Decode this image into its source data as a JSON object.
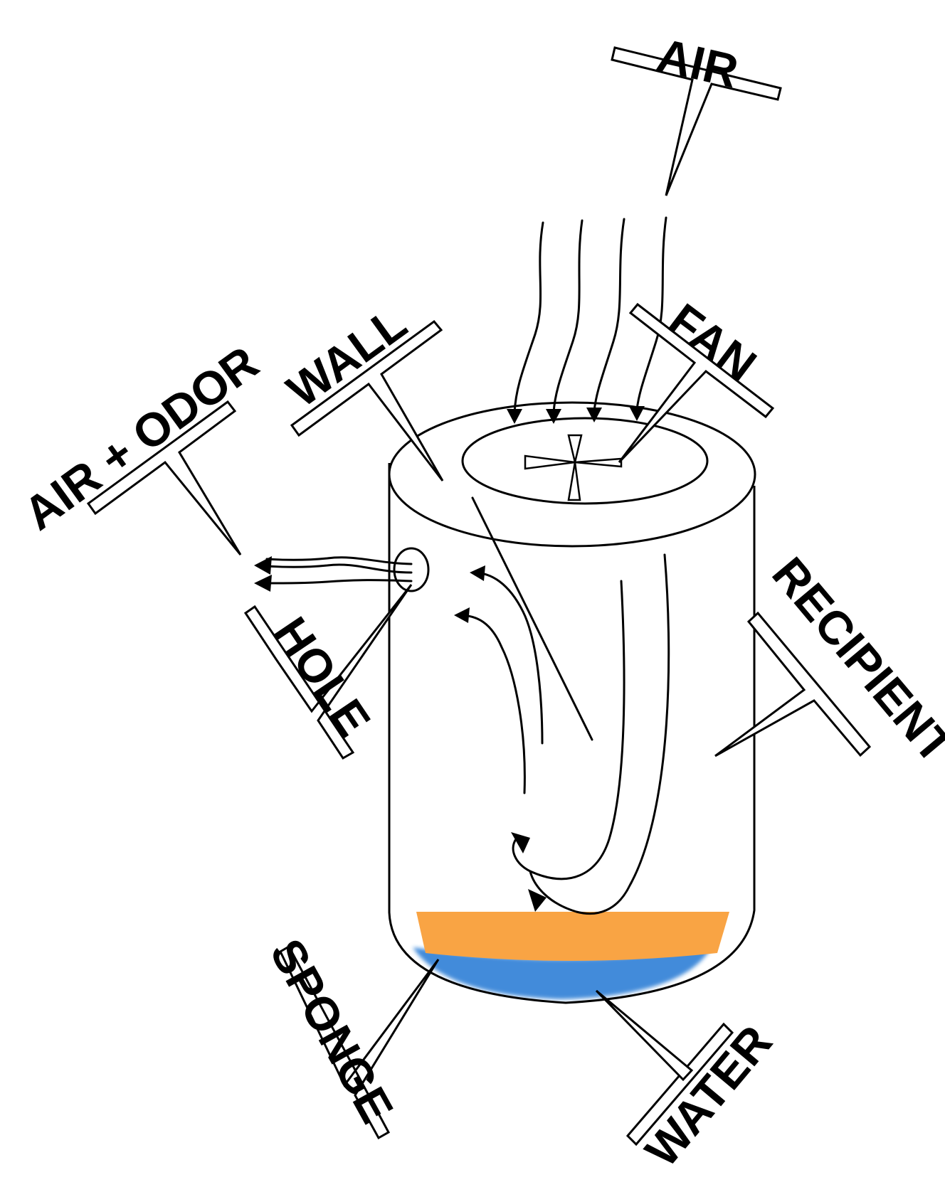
{
  "labels": {
    "air": "AIR",
    "fan": "FAN",
    "wall": "WALL",
    "air_odor": "AIR + ODOR",
    "hole": "HOLE",
    "recipient": "RECIPIENT",
    "sponge": "SPONGE",
    "water": "WATER"
  },
  "colors": {
    "sponge": "#F9A444",
    "water": "#2E7FD6",
    "outline": "#000000",
    "background": "#FFFFFF"
  }
}
